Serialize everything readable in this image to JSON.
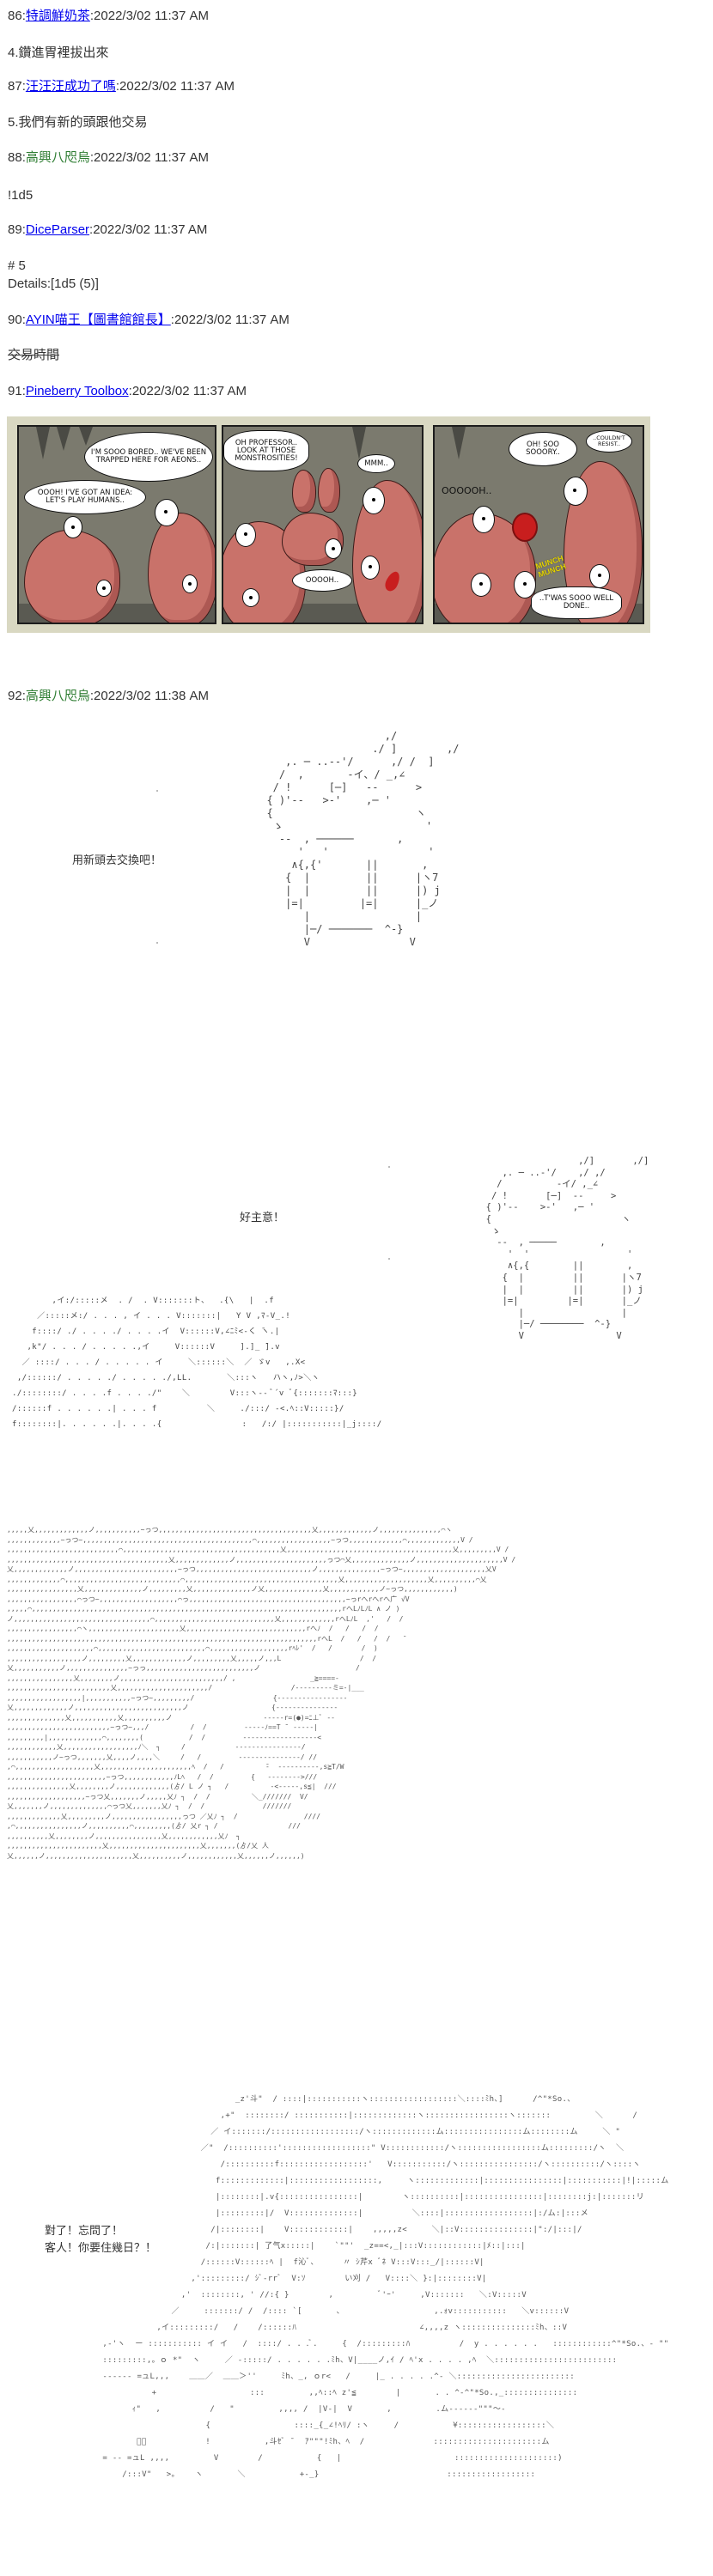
{
  "posts": [
    {
      "num": "86",
      "name": "特調鮮奶茶",
      "name_link": true,
      "timestamp": "2022/3/02 11:37 AM",
      "body": [
        "4.鑽進胃裡拔出來"
      ]
    },
    {
      "num": "87",
      "name": "汪汪汪成功了嗎",
      "name_link": true,
      "timestamp": "2022/3/02 11:37 AM",
      "body": [
        "5.我們有新的頭跟他交易"
      ]
    },
    {
      "num": "88",
      "name": "高興八咫烏",
      "name_link": false,
      "timestamp": "2022/3/02 11:37 AM",
      "body": [
        "!1d5"
      ]
    },
    {
      "num": "89",
      "name": "DiceParser",
      "name_link": true,
      "timestamp": "2022/3/02 11:37 AM",
      "body": [
        "# 5",
        "Details:[1d5 (5)]"
      ]
    },
    {
      "num": "90",
      "name": "AYIN喵王【圖書館館長】",
      "name_link": true,
      "timestamp": "2022/3/02 11:37 AM",
      "body": [
        "交易時間"
      ],
      "body_strikethrough": true
    },
    {
      "num": "91",
      "name": "Pineberry Toolbox",
      "name_link": true,
      "timestamp": "2022/3/02 11:37 AM"
    },
    {
      "num": "92",
      "name": "高興八咫烏",
      "name_link": false,
      "timestamp": "2022/3/02 11:38 AM"
    }
  ],
  "separator": ":",
  "comic": {
    "panel1": {
      "bubble_a": "I'M SOOO BORED.. WE'VE BEEN TRAPPED HERE FOR AEONS..",
      "bubble_b": "OOOH! I'VE GOT AN IDEA: LET'S PLAY HUMANS.."
    },
    "panel2": {
      "bubble_a": "OH PROFESSOR.. LOOK AT THOSE MONSTROSITIES!",
      "bubble_b": "MMM..",
      "bubble_c": "OOOOH.."
    },
    "panel3": {
      "bubble_a": "OH! SOO SOOORY..",
      "bubble_b": "..COULDN'T RESIST..",
      "text_c": "OOOOOH..",
      "sfx": "MUNCH MUNCH",
      "bubble_d": "..T'WAS SOOO WELL DONE.."
    }
  },
  "aa_scenes": {
    "scene1_caption": "用新頭去交換吧！",
    "scene2_caption": "好主意！",
    "scene4_caption_line1": "對了！忘問了！",
    "scene4_caption_line2": "客人！你要住幾日？！"
  },
  "colors": {
    "link": "#0000ee",
    "green_name": "#2e7d32",
    "text": "#333333",
    "comic_frame": "#d9d8c2"
  }
}
